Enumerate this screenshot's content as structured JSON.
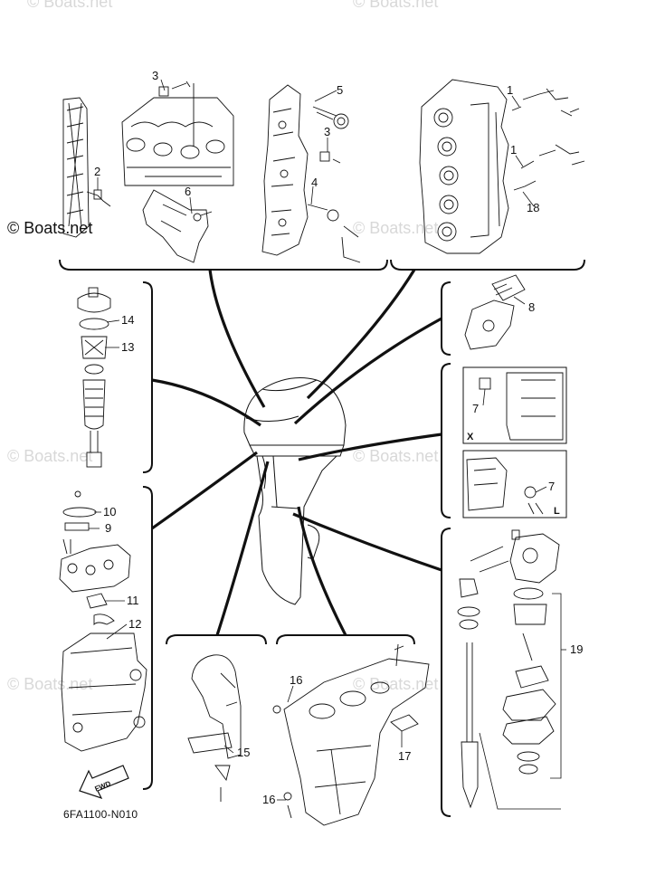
{
  "watermarks": {
    "main": "© Boats.net",
    "faint": "© Boats.net"
  },
  "part_code": "6FA1100-N010",
  "callouts": {
    "c1a": "1",
    "c1b": "1",
    "c2": "2",
    "c3a": "3",
    "c3b": "3",
    "c4": "4",
    "c5": "5",
    "c6": "6",
    "c7a": "7",
    "c7b": "7",
    "c8": "8",
    "c9": "9",
    "c10": "10",
    "c11": "11",
    "c12": "12",
    "c13": "13",
    "c14": "14",
    "c15": "15",
    "c16a": "16",
    "c16b": "16",
    "c17": "17",
    "c18": "18",
    "c19": "19"
  },
  "view_labels": {
    "x": "X",
    "l": "L"
  },
  "fwd_label": "FWD"
}
